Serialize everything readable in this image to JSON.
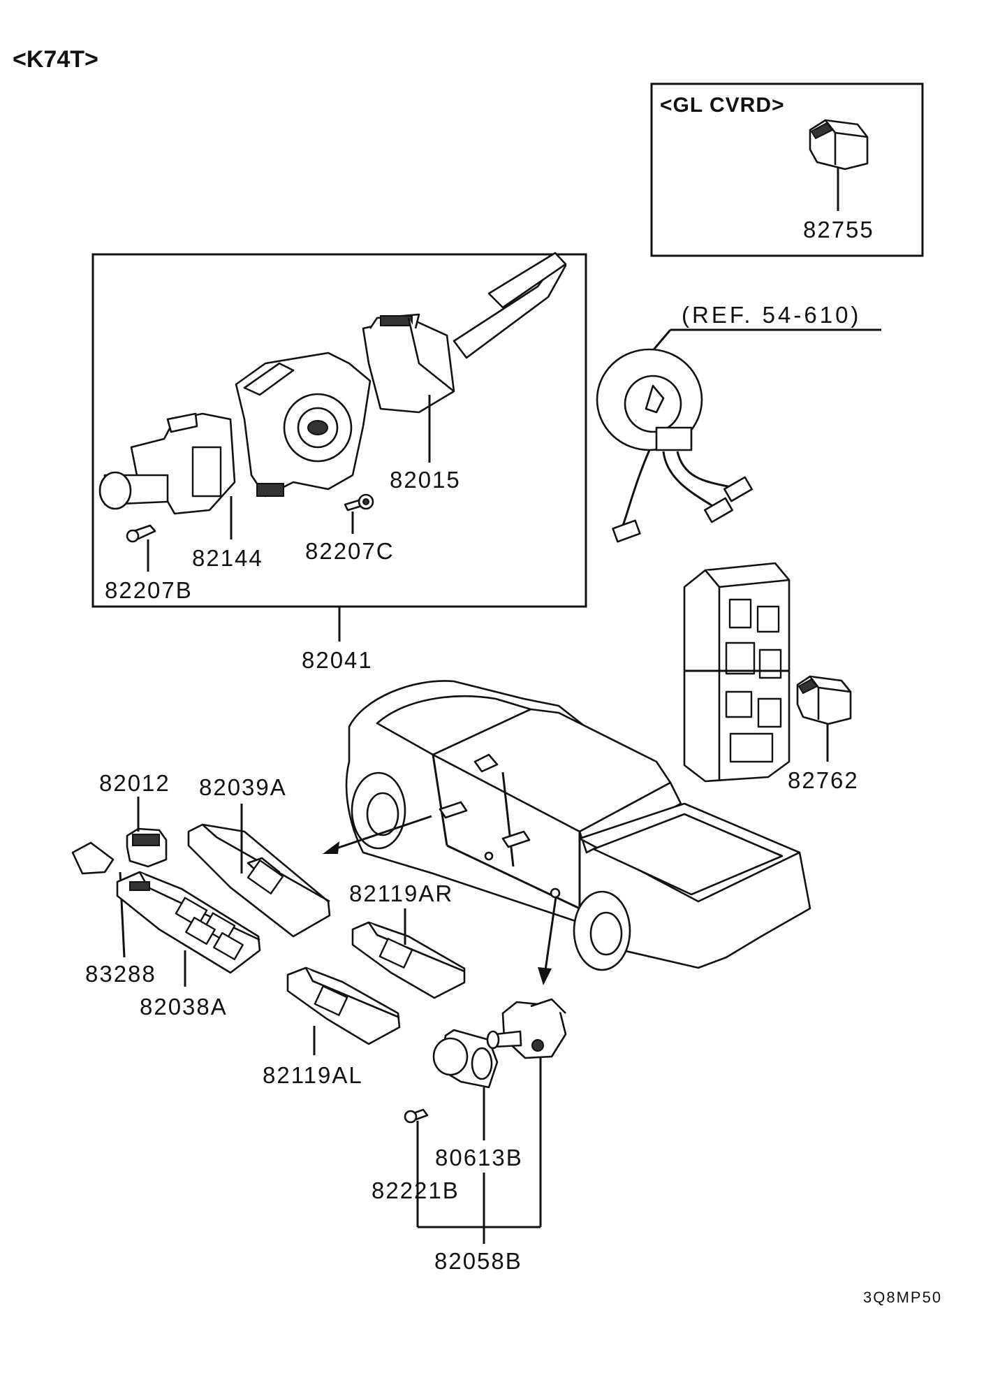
{
  "diagram_code": "<K74T>",
  "inset_title": "<GL CVRD>",
  "reference_note": "(REF. 54-610)",
  "drawing_number": "3Q8MP50",
  "parts": {
    "p82755": "82755",
    "p82015": "82015",
    "p82144": "82144",
    "p82207C": "82207C",
    "p82207B": "82207B",
    "p82041": "82041",
    "p82762": "82762",
    "p82012": "82012",
    "p82039A": "82039A",
    "p83288": "83288",
    "p82038A": "82038A",
    "p82119AR": "82119AR",
    "p82119AL": "82119AL",
    "p80613B": "80613B",
    "p82221B": "82221B",
    "p82058B": "82058B"
  }
}
